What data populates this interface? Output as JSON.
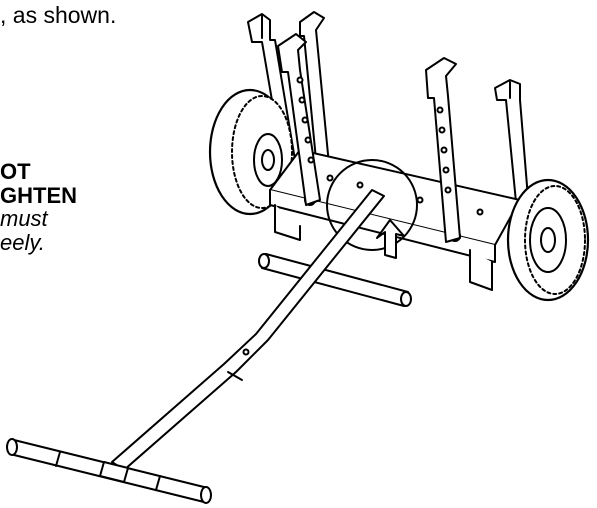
{
  "text": {
    "line1": ", as shown.",
    "warn1": "OT",
    "warn2": "GHTEN",
    "note1": "must",
    "note2": "eely."
  },
  "colors": {
    "line": "#000000",
    "fill": "#ffffff"
  },
  "parts": [
    "tire-left",
    "tire-right",
    "frame",
    "handle",
    "t-bar",
    "axle-tube",
    "uprights",
    "detail-circle",
    "arrow"
  ]
}
